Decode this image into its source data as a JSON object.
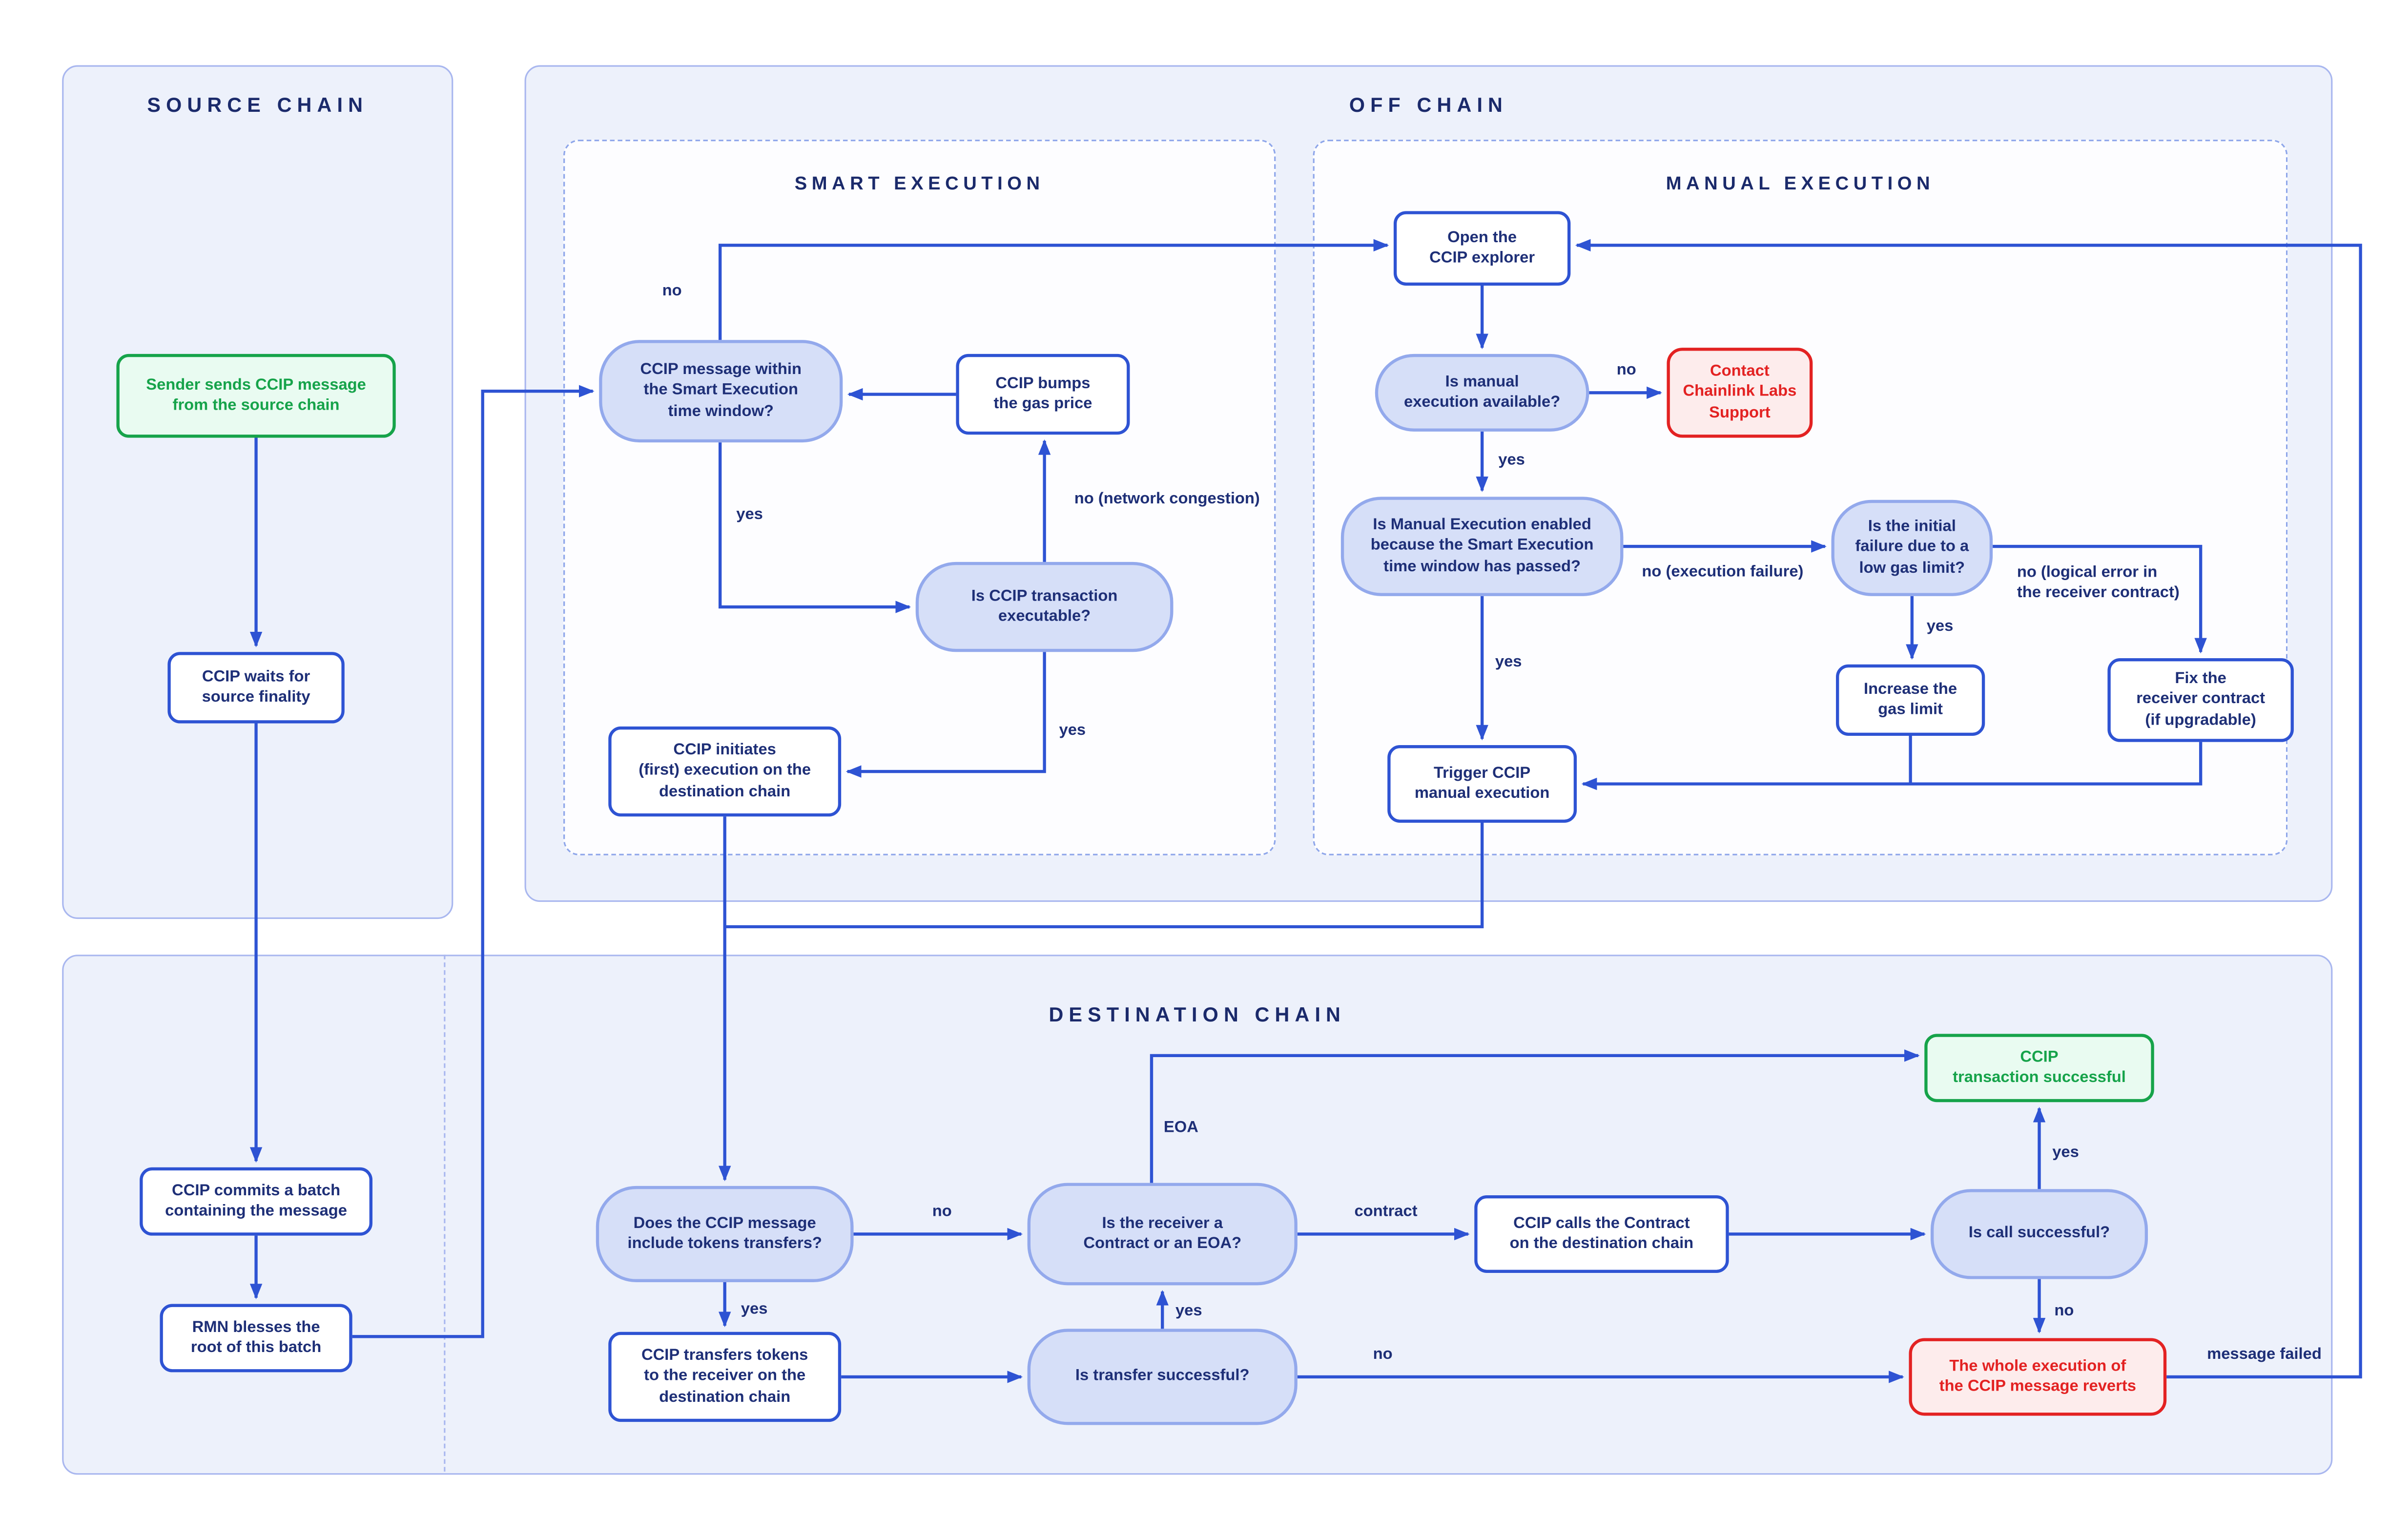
{
  "colors": {
    "accent_blue": "#2e53d3",
    "navy_text": "#1e2f77",
    "title_navy": "#1b2a6b",
    "panel_fill": "#edf1fb",
    "panel_border": "#a9b7ef",
    "decision_fill": "#d6dff8",
    "decision_border": "#93a9ec",
    "success_green": "#16a34a",
    "success_fill": "#e9fbf1",
    "error_red": "#e32222",
    "error_fill": "#fdecec"
  },
  "panels": {
    "source": {
      "title": "SOURCE CHAIN"
    },
    "offchain": {
      "title": "OFF CHAIN"
    },
    "smart": {
      "title": "SMART EXECUTION"
    },
    "manual": {
      "title": "MANUAL EXECUTION"
    },
    "destination": {
      "title": "DESTINATION CHAIN"
    }
  },
  "nodes": {
    "sender": {
      "label": "Sender sends CCIP message\nfrom the source chain"
    },
    "waits": {
      "label": "CCIP waits for\nsource finality"
    },
    "commits": {
      "label": "CCIP commits a batch\ncontaining the message"
    },
    "rmn": {
      "label": "RMN blesses the\nroot of this batch"
    },
    "within": {
      "label": "CCIP message within\nthe Smart Execution\ntime window?"
    },
    "bumps": {
      "label": "CCIP bumps\nthe gas price"
    },
    "executable": {
      "label": "Is CCIP transaction\nexecutable?"
    },
    "initiates": {
      "label": "CCIP initiates\n(first) execution on the\ndestination chain"
    },
    "explorer": {
      "label": "Open the\nCCIP explorer"
    },
    "manual_available": {
      "label": "Is manual\nexecution available?"
    },
    "contact": {
      "label": "Contact\nChainlink Labs\nSupport"
    },
    "manual_enabled": {
      "label": "Is Manual Execution enabled\nbecause the Smart Execution\ntime window has passed?"
    },
    "initial_failure": {
      "label": "Is the initial\nfailure due to a\nlow gas limit?"
    },
    "increase": {
      "label": "Increase the\ngas limit"
    },
    "fix": {
      "label": "Fix the\nreceiver contract\n(if upgradable)"
    },
    "trigger": {
      "label": "Trigger CCIP\nmanual execution"
    },
    "tokens_q": {
      "label": "Does the CCIP message\ninclude tokens transfers?"
    },
    "receiver_q": {
      "label": "Is the receiver a\nContract or an EOA?"
    },
    "calls": {
      "label": "CCIP calls the Contract\non the destination chain"
    },
    "call_ok": {
      "label": "Is call successful?"
    },
    "success": {
      "label": "CCIP\ntransaction successful"
    },
    "transfers": {
      "label": "CCIP transfers tokens\nto the receiver on the\ndestination chain"
    },
    "transfer_ok": {
      "label": "Is transfer successful?"
    },
    "reverts": {
      "label": "The whole execution of\nthe CCIP message reverts"
    }
  },
  "edge_labels": {
    "no_smart_window": "no",
    "yes_smart_window": "yes",
    "no_network_congestion": "no (network congestion)",
    "yes_executable": "yes",
    "no_manual_available": "no",
    "yes_manual_available": "yes",
    "no_execution_failure": "no (execution failure)",
    "yes_manual_enabled": "yes",
    "yes_low_gas": "yes",
    "no_logical_error": "no (logical error in\nthe receiver contract)",
    "eoa": "EOA",
    "contract": "contract",
    "yes_call": "yes",
    "no_call": "no",
    "no_tokens": "no",
    "yes_tokens": "yes",
    "yes_transfer": "yes",
    "no_transfer": "no",
    "message_failed": "message failed"
  }
}
